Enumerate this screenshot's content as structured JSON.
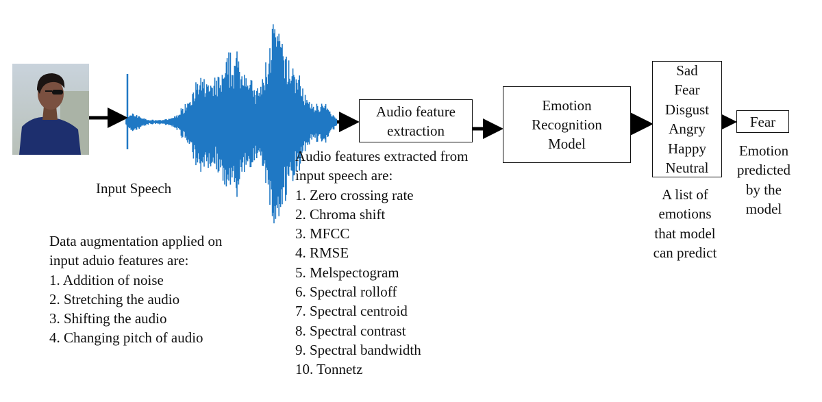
{
  "input": {
    "label": "Input Speech"
  },
  "feature_box": {
    "line1": "Audio feature",
    "line2": "extraction"
  },
  "model_box": {
    "line1": "Emotion",
    "line2": "Recognition",
    "line3": "Model"
  },
  "emotion_list": [
    "Sad",
    "Fear",
    "Disgust",
    "Angry",
    "Happy",
    "Neutral"
  ],
  "emotion_list_caption": [
    "A list of",
    "emotions",
    "that model",
    "can predict"
  ],
  "output": {
    "value": "Fear",
    "caption": [
      "Emotion",
      "predicted",
      "by the",
      "model"
    ]
  },
  "features": {
    "heading": [
      "Audio features extracted from",
      "input speech are:"
    ],
    "items": [
      "1. Zero crossing rate",
      "2. Chroma shift",
      "3. MFCC",
      "4. RMSE",
      "5. Melspectogram",
      "6. Spectral  rolloff",
      "7. Spectral centroid",
      "8. Spectral contrast",
      "9. Spectral bandwidth",
      "10. Tonnetz"
    ]
  },
  "augmentation": {
    "heading": [
      "Data augmentation applied on",
      "input aduio features are:"
    ],
    "items": [
      "1. Addition of noise",
      "2. Stretching the audio",
      "3. Shifting the audio",
      "4. Changing pitch of audio"
    ]
  },
  "colors": {
    "waveform": "#1f78c4",
    "arrow": "#000000"
  }
}
